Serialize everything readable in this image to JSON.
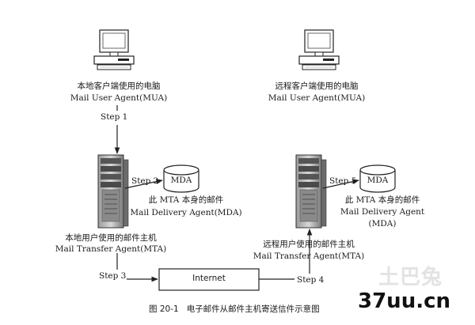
{
  "local_pc": {
    "label_cn": "本地客户端使用的电脑",
    "label_en": "Mail User Agent(MUA)",
    "icon": "computer-icon"
  },
  "remote_pc": {
    "label_cn": "远程客户端使用的电脑",
    "label_en": "Mail User Agent(MUA)",
    "icon": "computer-icon"
  },
  "local_server": {
    "label_cn": "本地用户使用的邮件主机",
    "label_en": "Mail Transfer Agent(MTA)",
    "icon": "server-icon"
  },
  "remote_server": {
    "label_cn": "远程用户使用的邮件主机",
    "label_en": "Mail Transfer Agent(MTA)",
    "icon": "server-icon"
  },
  "local_mda": {
    "db_label": "MDA",
    "label_cn": "此 MTA 本身的邮件",
    "label_en": "Mail Delivery Agent(MDA)",
    "icon": "database-icon"
  },
  "remote_mda": {
    "db_label": "MDA",
    "label_cn": "此 MTA 本身的邮件",
    "label_en_1": "Mail Delivery Agent",
    "label_en_2": "(MDA)",
    "icon": "database-icon"
  },
  "steps": {
    "step1": "Step 1",
    "step2": "Step 2",
    "step3": "Step 3",
    "step4": "Step 4",
    "step5": "Step 5"
  },
  "internet": "Internet",
  "caption": {
    "number": "图 20-1",
    "text": "电子邮件从邮件主机寄送信件示意图"
  },
  "watermark": {
    "logo": "土巴兔",
    "url": "37uu.cn"
  }
}
